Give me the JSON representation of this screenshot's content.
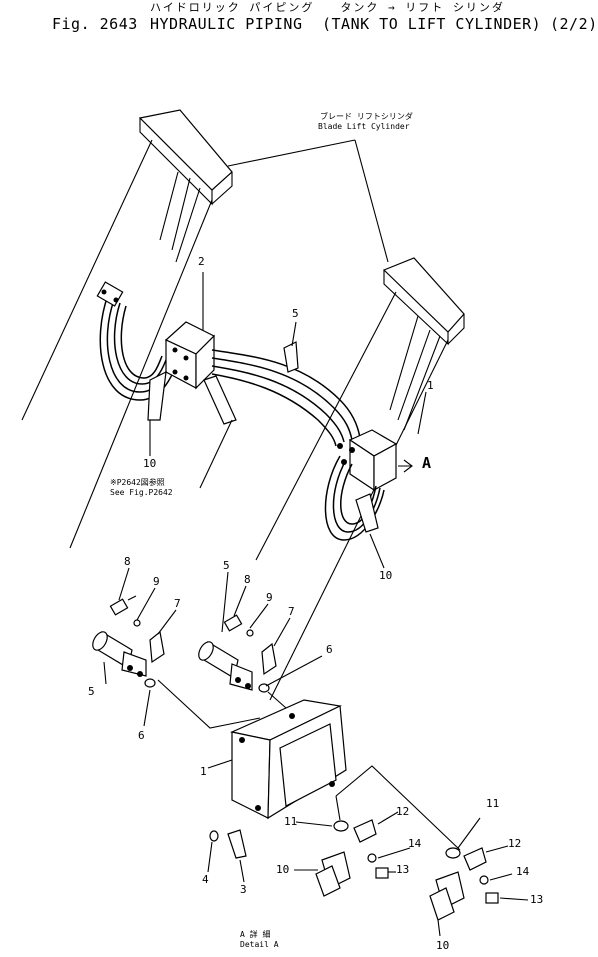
{
  "header": {
    "jp_line": "ハイドロリック パイピング　　タンク → リフト シリンダ",
    "fig_line_left": "Fig.  2643",
    "fig_line_title": "HYDRAULIC PIPING",
    "fig_line_sub": "(TANK TO LIFT CYLINDER)",
    "fig_line_page": "(2/2)"
  },
  "callouts": {
    "blade_jp": "ブレード リフトシリンダ",
    "blade_en": "Blade  Lift Cylinder",
    "see_jp": "※P2642図参照",
    "see_en": "See  Fig.P2642",
    "view_a": "A",
    "detail_jp": "A  詳  細",
    "detail_en": "Detail  A"
  },
  "part_numbers": {
    "p1_top": "1",
    "p2": "2",
    "p5_top": "5",
    "p10_left": "10",
    "p10_right_top": "10",
    "p8a": "8",
    "p9a": "9",
    "p7a": "7",
    "p5a": "5",
    "p6a": "6",
    "p5b": "5",
    "p8b": "8",
    "p9b": "9",
    "p7b": "7",
    "p6b": "6",
    "p1_detail": "1",
    "p11a": "11",
    "p12a": "12",
    "p14a": "14",
    "p13a": "13",
    "p10a": "10",
    "p11b": "11",
    "p12b": "12",
    "p14b": "14",
    "p13b": "13",
    "p10b": "10",
    "p4": "4",
    "p3": "3"
  }
}
